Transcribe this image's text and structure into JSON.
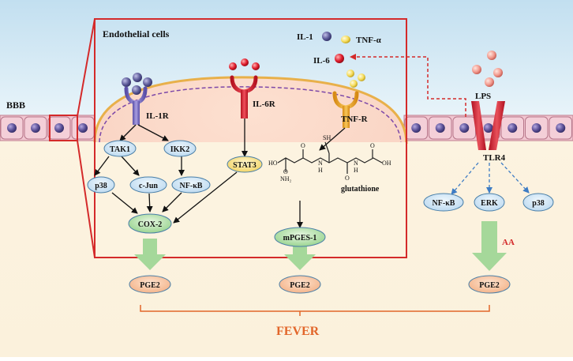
{
  "labels": {
    "endothelial": "Endothelial cells",
    "bbb": "BBB",
    "il1_legend": "IL-1",
    "tnfa_legend": "TNF-α",
    "il6_legend": "IL-6",
    "lps": "LPS",
    "il1r": "IL-1R",
    "il6r": "IL-6R",
    "tnfr": "TNF-R",
    "tlr4": "TLR4",
    "glutathione": "glutathione",
    "fever": "FEVER",
    "aa": "AA"
  },
  "nodes": {
    "tak1": "TAK1",
    "ikk2": "IKK2",
    "p38_left": "p38",
    "cjun": "c-Jun",
    "nfkb_left": "NF-κB",
    "cox2": "COX-2",
    "stat3": "STAT3",
    "mpges1": "mPGES-1",
    "pge2_1": "PGE2",
    "pge2_2": "PGE2",
    "pge2_3": "PGE2",
    "nfkb_right": "NF-κB",
    "erk": "ERK",
    "p38_right": "p38"
  },
  "molecule_labels": {
    "sh": "SH",
    "ho_left": "HO",
    "nh2": "NH₂",
    "o1": "O",
    "o2": "O",
    "o3": "O",
    "o4": "O",
    "n1": "N",
    "h1": "H",
    "n2": "N",
    "h2": "H",
    "oh": "OH"
  },
  "colors": {
    "frame_red": "#d42a2a",
    "fever_orange": "#e2662a",
    "membrane_pink": "#f2c8d2",
    "cell_purple": "#5a4f96",
    "green_arrow": "#a5d89a",
    "blue_dashed": "#3e7cc4",
    "node_blue": "#cfe4f4",
    "node_green": "#b9e3b0",
    "node_yellow": "#f6dc7a",
    "node_orange": "#f6c29a"
  }
}
